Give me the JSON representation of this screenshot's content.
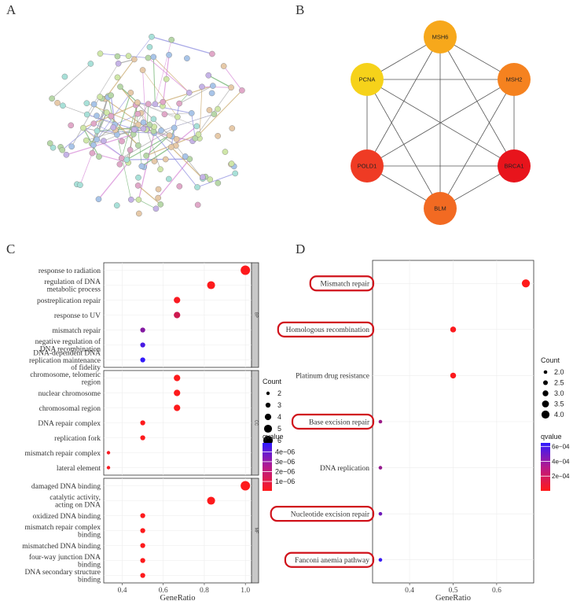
{
  "panels": {
    "A": "A",
    "B": "B",
    "C": "C",
    "D": "D"
  },
  "network_a": {
    "label": "protein interaction network (STRING)"
  },
  "network_b": {
    "nodes": [
      {
        "name": "MSH6",
        "color": "#f7a81b"
      },
      {
        "name": "MSH2",
        "color": "#f5821f"
      },
      {
        "name": "BRCA1",
        "color": "#e8141c"
      },
      {
        "name": "BLM",
        "color": "#f26a22"
      },
      {
        "name": "POLD1",
        "color": "#ef3b24"
      },
      {
        "name": "PCNA",
        "color": "#f6d21a"
      }
    ]
  },
  "chart_data": [
    {
      "type": "scatter",
      "panel": "C",
      "xlabel": "GeneRatio",
      "xticks": [
        0.4,
        0.6,
        0.8,
        1.0
      ],
      "xlim": [
        0.31,
        1.03
      ],
      "facets": [
        {
          "strip": "BP",
          "points": [
            {
              "term": "response to radiation",
              "ratio": 1.0,
              "count": 6,
              "qvalue": 1e-07
            },
            {
              "term": "regulation of DNA metabolic process",
              "ratio": 0.833,
              "count": 5,
              "qvalue": 1e-07
            },
            {
              "term": "postreplication repair",
              "ratio": 0.667,
              "count": 4,
              "qvalue": 2e-07
            },
            {
              "term": "response to UV",
              "ratio": 0.667,
              "count": 4,
              "qvalue": 1.2e-06
            },
            {
              "term": "mismatch repair",
              "ratio": 0.5,
              "count": 3,
              "qvalue": 2.9e-06
            },
            {
              "term": "negative regulation of DNA recombination",
              "ratio": 0.5,
              "count": 3,
              "qvalue": 4.3e-06
            },
            {
              "term": "DNA-dependent DNA replication maintenance of fidelity",
              "ratio": 0.5,
              "count": 3,
              "qvalue": 4.8e-06
            }
          ]
        },
        {
          "strip": "CC",
          "points": [
            {
              "term": "chromosome, telomeric region",
              "ratio": 0.667,
              "count": 4,
              "qvalue": 1e-07
            },
            {
              "term": "nuclear chromosome",
              "ratio": 0.667,
              "count": 4,
              "qvalue": 1e-07
            },
            {
              "term": "chromosomal region",
              "ratio": 0.667,
              "count": 4,
              "qvalue": 1e-07
            },
            {
              "term": "DNA repair complex",
              "ratio": 0.5,
              "count": 3,
              "qvalue": 1e-07
            },
            {
              "term": "replication fork",
              "ratio": 0.5,
              "count": 3,
              "qvalue": 1e-07
            },
            {
              "term": "mismatch repair complex",
              "ratio": 0.333,
              "count": 2,
              "qvalue": 2e-07
            },
            {
              "term": "lateral element",
              "ratio": 0.333,
              "count": 2,
              "qvalue": 2e-07
            }
          ]
        },
        {
          "strip": "MF",
          "points": [
            {
              "term": "damaged DNA binding",
              "ratio": 1.0,
              "count": 6,
              "qvalue": 1e-07
            },
            {
              "term": "catalytic activity, acting on DNA",
              "ratio": 0.833,
              "count": 5,
              "qvalue": 1e-07
            },
            {
              "term": "oxidized DNA binding",
              "ratio": 0.5,
              "count": 3,
              "qvalue": 1e-07
            },
            {
              "term": "mismatch repair complex binding",
              "ratio": 0.5,
              "count": 3,
              "qvalue": 1e-07
            },
            {
              "term": "mismatched DNA binding",
              "ratio": 0.5,
              "count": 3,
              "qvalue": 1e-07
            },
            {
              "term": "four-way junction DNA binding",
              "ratio": 0.5,
              "count": 3,
              "qvalue": 1e-07
            },
            {
              "term": "DNA secondary structure binding",
              "ratio": 0.5,
              "count": 3,
              "qvalue": 1e-07
            }
          ]
        }
      ],
      "legend_size": {
        "title": "Count",
        "values": [
          2,
          3,
          4,
          5,
          6
        ]
      },
      "legend_color": {
        "title": "qvalue",
        "ticks": [
          "4e−06",
          "3e−06",
          "2e−06",
          "1e−06"
        ],
        "tick_values": [
          4e-06,
          3e-06,
          2e-06,
          1e-06
        ],
        "range": [
          5e-08,
          4.9e-06
        ],
        "low_color": "#ff1a1a",
        "high_color": "#2e1aff"
      }
    },
    {
      "type": "scatter",
      "panel": "D",
      "xlabel": "GeneRatio",
      "xticks": [
        0.4,
        0.5,
        0.6
      ],
      "xlim": [
        0.315,
        0.685
      ],
      "points": [
        {
          "term": "Mismatch repair",
          "ratio": 0.667,
          "count": 4,
          "qvalue": 1e-06,
          "highlighted": true
        },
        {
          "term": "Homologous recombination",
          "ratio": 0.5,
          "count": 3,
          "qvalue": 1e-05,
          "highlighted": true
        },
        {
          "term": "Platinum drug resistance",
          "ratio": 0.5,
          "count": 3,
          "qvalue": 1e-05,
          "highlighted": false
        },
        {
          "term": "Base excision repair",
          "ratio": 0.333,
          "count": 2,
          "qvalue": 0.00031,
          "highlighted": true
        },
        {
          "term": "DNA replication",
          "ratio": 0.333,
          "count": 2,
          "qvalue": 0.00033,
          "highlighted": false
        },
        {
          "term": "Nucleotide excision repair",
          "ratio": 0.333,
          "count": 2,
          "qvalue": 0.00045,
          "highlighted": true
        },
        {
          "term": "Fanconi anemia pathway",
          "ratio": 0.333,
          "count": 2,
          "qvalue": 0.00062,
          "highlighted": true
        }
      ],
      "legend_size": {
        "title": "Count",
        "values": [
          "2.0",
          "2.5",
          "3.0",
          "3.5",
          "4.0"
        ]
      },
      "legend_color": {
        "title": "qvalue",
        "ticks": [
          "6e−04",
          "4e−04",
          "2e−04"
        ],
        "tick_values": [
          0.0006,
          0.0004,
          0.0002
        ],
        "range": [
          0.0,
          0.00065
        ],
        "low_color": "#ff1a1a",
        "high_color": "#2e1aff"
      }
    }
  ]
}
